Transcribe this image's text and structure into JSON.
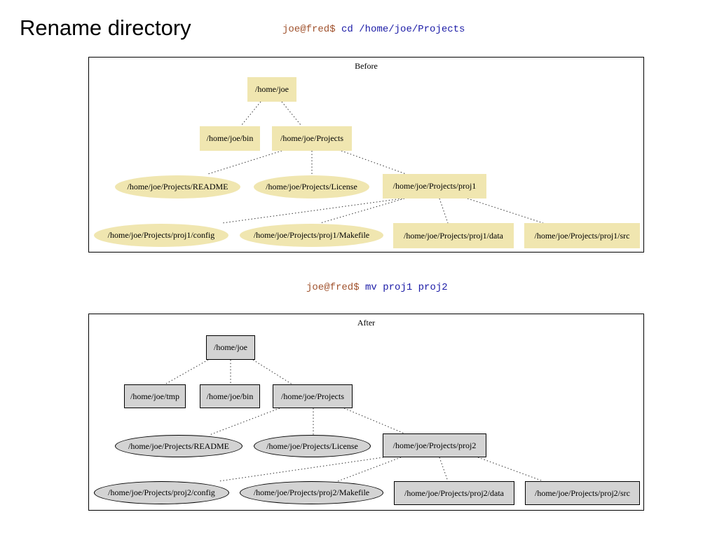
{
  "title": "Rename directory",
  "commands": {
    "cd": {
      "prompt": "joe@fred$",
      "input": "cd /home/joe/Projects"
    },
    "mv": {
      "prompt": "joe@fred$",
      "input": "mv proj1 proj2"
    }
  },
  "before": {
    "label": "Before",
    "nodes": {
      "home": "/home/joe",
      "bin": "/home/joe/bin",
      "projects": "/home/joe/Projects",
      "readme": "/home/joe/Projects/README",
      "license": "/home/joe/Projects/License",
      "proj": "/home/joe/Projects/proj1",
      "config": "/home/joe/Projects/proj1/config",
      "makefile": "/home/joe/Projects/proj1/Makefile",
      "data": "/home/joe/Projects/proj1/data",
      "src": "/home/joe/Projects/proj1/src"
    }
  },
  "after": {
    "label": "After",
    "nodes": {
      "home": "/home/joe",
      "tmp": "/home/joe/tmp",
      "bin": "/home/joe/bin",
      "projects": "/home/joe/Projects",
      "readme": "/home/joe/Projects/README",
      "license": "/home/joe/Projects/License",
      "proj": "/home/joe/Projects/proj2",
      "config": "/home/joe/Projects/proj2/config",
      "makefile": "/home/joe/Projects/proj2/Makefile",
      "data": "/home/joe/Projects/proj2/data",
      "src": "/home/joe/Projects/proj2/src"
    }
  },
  "colors": {
    "before_node_fill": "#f0e6b0",
    "after_node_fill": "#d3d3d3",
    "prompt": "#a0522d",
    "command": "#1a1aa6"
  }
}
